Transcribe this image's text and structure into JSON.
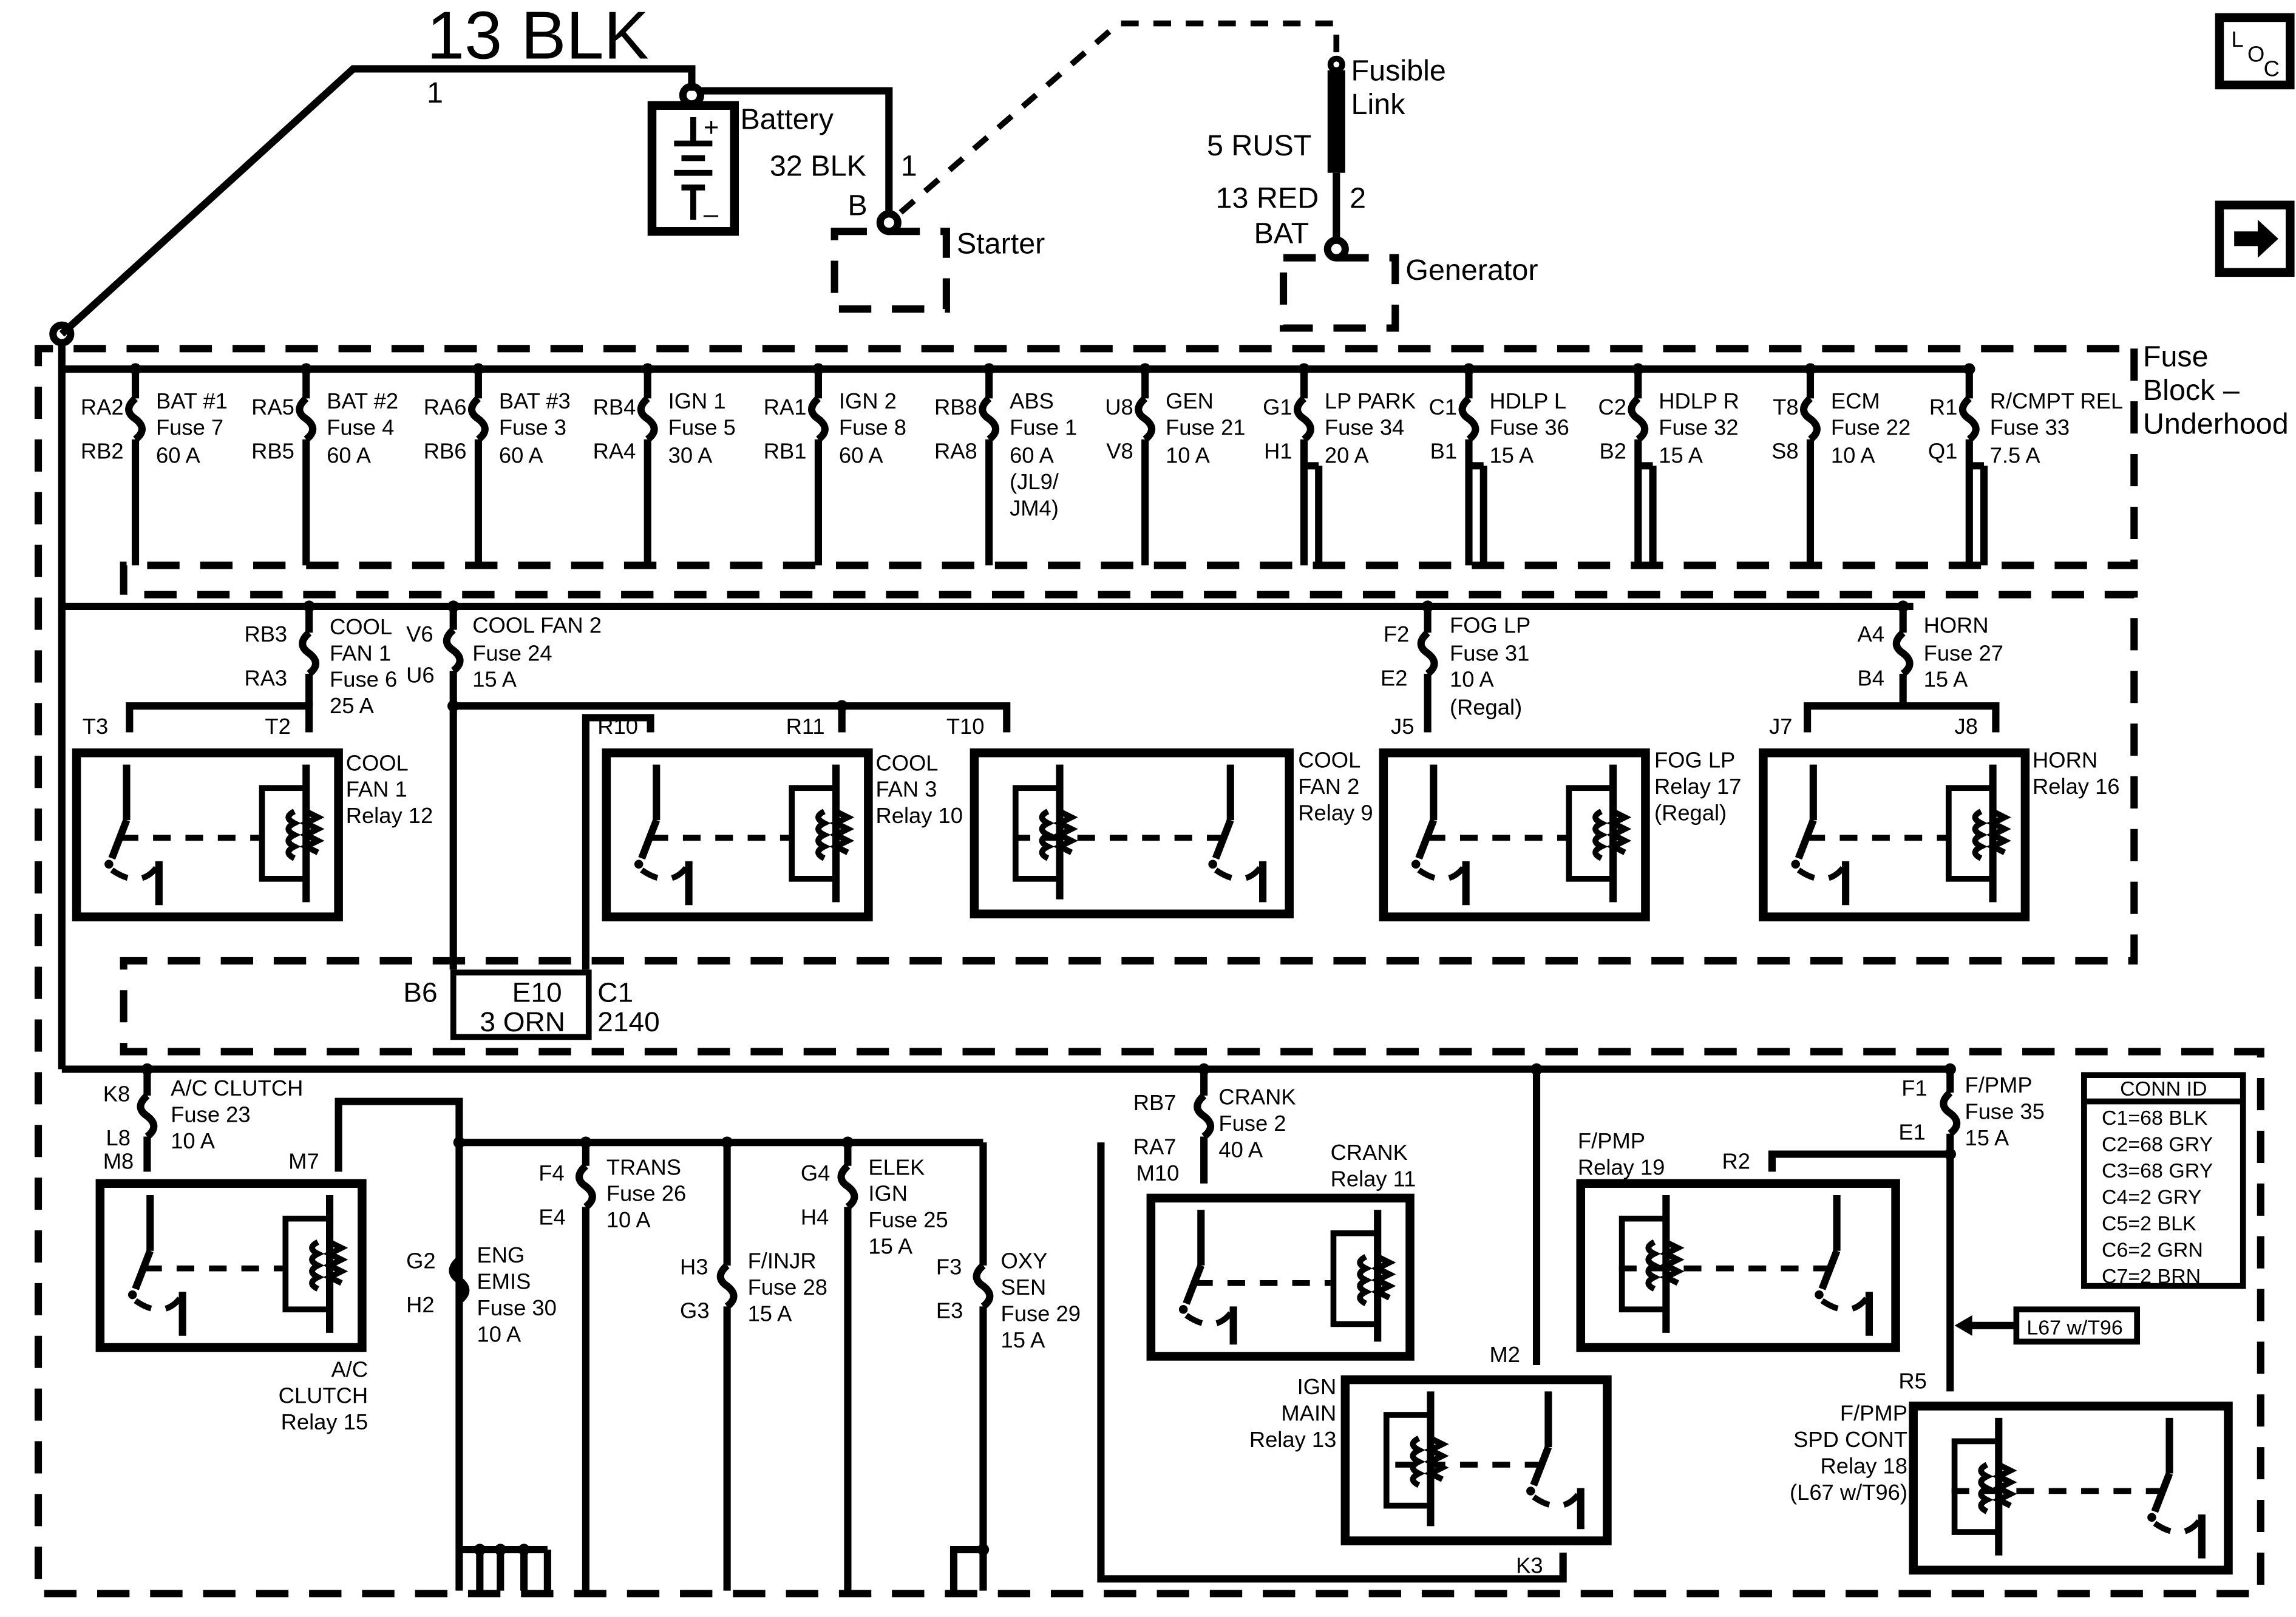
{
  "battery": {
    "label": "Battery",
    "wire_top": "13 BLK",
    "wire_top_pin": "1",
    "wire_to_starter": "32 BLK",
    "starter_pin_b": "B",
    "starter_pin_1": "1",
    "plus": "+",
    "minus": "–"
  },
  "starter": {
    "label": "Starter"
  },
  "fusible_link": {
    "label_line1": "Fusible",
    "label_line2": "Link",
    "wire": "5 RUST"
  },
  "generator": {
    "label": "Generator",
    "wire": "13 RED",
    "terminal": "BAT",
    "pin": "2"
  },
  "loc_icon": {
    "l": "L",
    "o": "O",
    "c": "C"
  },
  "next_icon": {
    "name": "arrow-right-icon"
  },
  "fuse_block": {
    "label_line1": "Fuse",
    "label_line2": "Block –",
    "label_line3": "Underhood"
  },
  "top_fuses": [
    {
      "top_pin": "RA2",
      "bottom_pin": "RB2",
      "name": "BAT #1",
      "fuse": "Fuse 7",
      "amp": "60 A",
      "extra": ""
    },
    {
      "top_pin": "RA5",
      "bottom_pin": "RB5",
      "name": "BAT #2",
      "fuse": "Fuse 4",
      "amp": "60 A",
      "extra": ""
    },
    {
      "top_pin": "RA6",
      "bottom_pin": "RB6",
      "name": "BAT #3",
      "fuse": "Fuse 3",
      "amp": "60 A",
      "extra": ""
    },
    {
      "top_pin": "RB4",
      "bottom_pin": "RA4",
      "name": "IGN 1",
      "fuse": "Fuse 5",
      "amp": "30 A",
      "extra": ""
    },
    {
      "top_pin": "RA1",
      "bottom_pin": "RB1",
      "name": "IGN 2",
      "fuse": "Fuse 8",
      "amp": "60 A",
      "extra": ""
    },
    {
      "top_pin": "RB8",
      "bottom_pin": "RA8",
      "name": "ABS",
      "fuse": "Fuse 1",
      "amp": "60 A",
      "extra": "(JL9/ JM4)"
    },
    {
      "top_pin": "U8",
      "bottom_pin": "V8",
      "name": "GEN",
      "fuse": "Fuse 21",
      "amp": "10 A",
      "extra": ""
    },
    {
      "top_pin": "G1",
      "bottom_pin": "H1",
      "name": "LP PARK",
      "fuse": "Fuse 34",
      "amp": "20 A",
      "extra": ""
    },
    {
      "top_pin": "C1",
      "bottom_pin": "B1",
      "name": "HDLP L",
      "fuse": "Fuse 36",
      "amp": "15 A",
      "extra": ""
    },
    {
      "top_pin": "C2",
      "bottom_pin": "B2",
      "name": "HDLP R",
      "fuse": "Fuse 32",
      "amp": "15 A",
      "extra": ""
    },
    {
      "top_pin": "T8",
      "bottom_pin": "S8",
      "name": "ECM",
      "fuse": "Fuse 22",
      "amp": "10 A",
      "extra": ""
    },
    {
      "top_pin": "R1",
      "bottom_pin": "Q1",
      "name": "R/CMPT REL",
      "fuse": "Fuse 33",
      "amp": "7.5 A",
      "extra": ""
    }
  ],
  "mid_fuses": {
    "cool_fan1": {
      "top_pin": "RB3",
      "bottom_pin": "RA3",
      "l1": "COOL",
      "l2": "FAN 1",
      "l3": "Fuse 6",
      "l4": "25 A"
    },
    "cool_fan2": {
      "top_pin": "V6",
      "bottom_pin": "U6",
      "l1": "COOL FAN 2",
      "l2": "Fuse 24",
      "l3": "15 A"
    },
    "fog_lp": {
      "top_pin": "F2",
      "bottom_pin": "E2",
      "l1": "FOG LP",
      "l2": "Fuse 31",
      "l3": "10 A",
      "l4": "(Regal)"
    },
    "horn": {
      "top_pin": "A4",
      "bottom_pin": "B4",
      "l1": "HORN",
      "l2": "Fuse 27",
      "l3": "15 A"
    }
  },
  "relays_mid": {
    "cool_fan1": {
      "pin_a": "T3",
      "pin_b": "T2",
      "l1": "COOL",
      "l2": "FAN 1",
      "l3": "Relay 12"
    },
    "cool_fan3": {
      "pin_a": "R10",
      "pin_b": "R11",
      "l1": "COOL",
      "l2": "FAN 3",
      "l3": "Relay 10"
    },
    "cool_fan2": {
      "pin_a": "T10",
      "l1": "COOL",
      "l2": "FAN 2",
      "l3": "Relay 9"
    },
    "fog_lp": {
      "pin_a": "J5",
      "l1": "FOG LP",
      "l2": "Relay 17",
      "l3": "(Regal)"
    },
    "horn": {
      "pin_a": "J7",
      "pin_b": "J8",
      "l1": "HORN",
      "l2": "Relay 16"
    }
  },
  "connector_c1": {
    "pin_b6": "B6",
    "pin_e10": "E10",
    "wire": "3 ORN",
    "name": "C1",
    "circuit": "2140"
  },
  "bottom_fuses": {
    "ac_clutch": {
      "top_pin": "K8",
      "bottom_pin": "L8",
      "l1": "A/C CLUTCH",
      "l2": "Fuse 23",
      "l3": "10 A"
    },
    "eng_emis": {
      "top_pin": "G2",
      "bottom_pin": "H2",
      "l1": "ENG",
      "l2": "EMIS",
      "l3": "Fuse 30",
      "l4": "10 A"
    },
    "trans": {
      "top_pin": "F4",
      "bottom_pin": "E4",
      "l1": "TRANS",
      "l2": "Fuse 26",
      "l3": "10 A"
    },
    "finjr": {
      "top_pin": "H3",
      "bottom_pin": "G3",
      "l1": "F/INJR",
      "l2": "Fuse 28",
      "l3": "15 A"
    },
    "elek_ign": {
      "top_pin": "G4",
      "bottom_pin": "H4",
      "l1": "ELEK",
      "l2": "IGN",
      "l3": "Fuse 25",
      "l4": "15 A"
    },
    "oxy_sen": {
      "top_pin": "F3",
      "bottom_pin": "E3",
      "l1": "OXY",
      "l2": "SEN",
      "l3": "Fuse 29",
      "l4": "15 A"
    },
    "crank": {
      "top_pin": "RB7",
      "bottom_pin": "RA7",
      "l1": "CRANK",
      "l2": "Fuse 2",
      "l3": "40 A"
    },
    "fpmp": {
      "top_pin": "F1",
      "bottom_pin": "E1",
      "l1": "F/PMP",
      "l2": "Fuse 35",
      "l3": "15 A"
    }
  },
  "relays_bottom": {
    "ac_clutch": {
      "pin_a": "M8",
      "pin_b": "M7",
      "l1": "A/C",
      "l2": "CLUTCH",
      "l3": "Relay 15"
    },
    "crank": {
      "pin_a": "M10",
      "l1": "CRANK",
      "l2": "Relay 11"
    },
    "ign_main": {
      "pin_a": "M2",
      "pin_b": "K3",
      "l1": "IGN",
      "l2": "MAIN",
      "l3": "Relay 13"
    },
    "fpmp": {
      "pin_a": "R2",
      "l1": "F/PMP",
      "l2": "Relay 19"
    },
    "fpmp_spd": {
      "pin_a": "R5",
      "l1": "F/PMP",
      "l2": "SPD CONT",
      "l3": "Relay 18",
      "l4": "(L67 w/T96)"
    }
  },
  "l67_tag": "L67 w/T96",
  "conn_id": {
    "title": "CONN ID",
    "rows": [
      "C1=68 BLK",
      "C2=68 GRY",
      "C3=68 GRY",
      "C4=2 GRY",
      "C5=2 BLK",
      "C6=2 GRN",
      "C7=2 BRN"
    ]
  }
}
